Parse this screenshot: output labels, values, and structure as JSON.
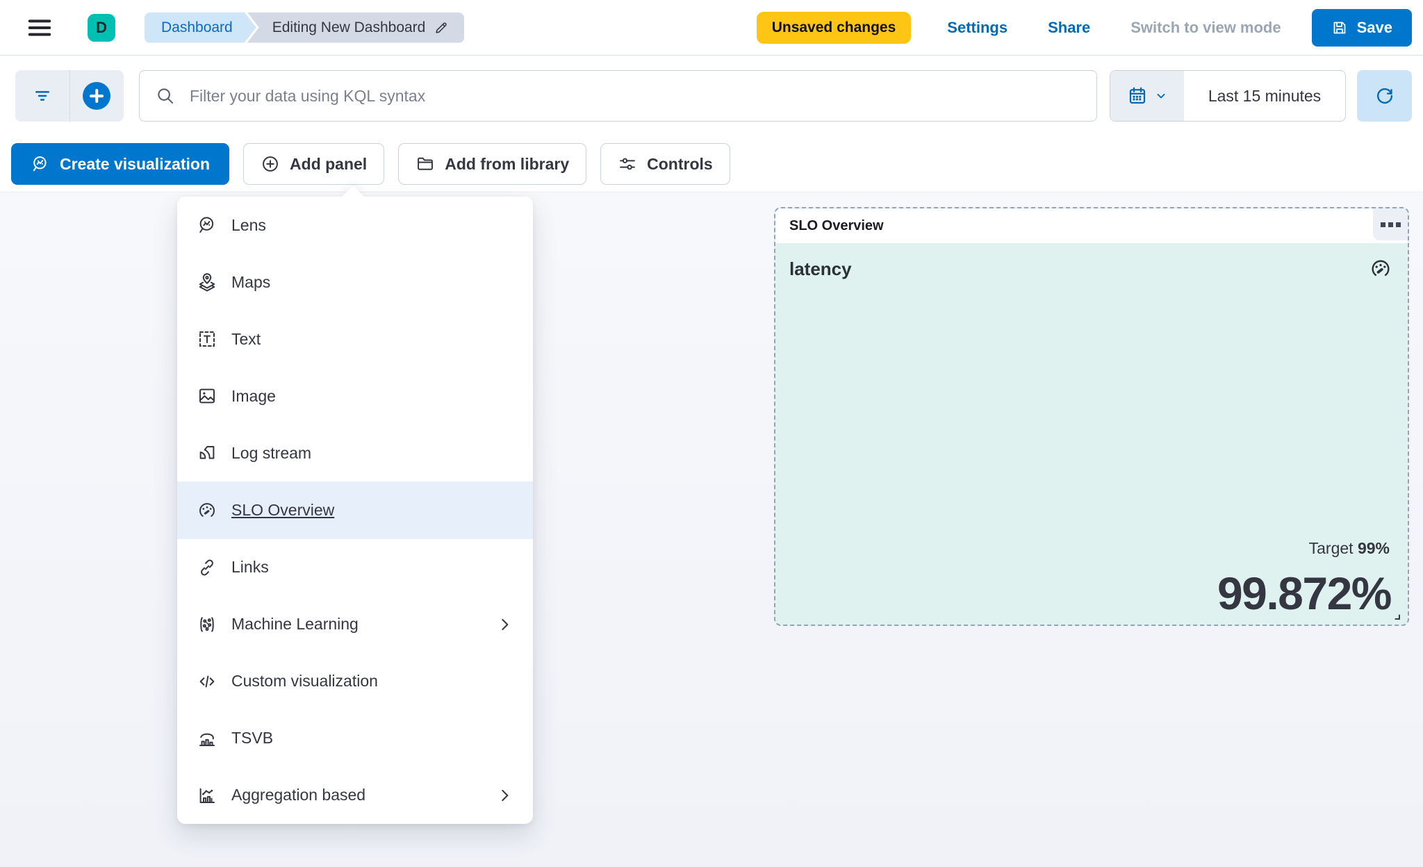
{
  "header": {
    "app_initial": "D",
    "breadcrumb_root": "Dashboard",
    "breadcrumb_current": "Editing New Dashboard",
    "unsaved_badge": "Unsaved changes",
    "settings_label": "Settings",
    "share_label": "Share",
    "switch_view_label": "Switch to view mode",
    "save_label": "Save"
  },
  "filter_bar": {
    "kql_placeholder": "Filter your data using KQL syntax",
    "time_range": "Last 15 minutes"
  },
  "toolbar": {
    "create_visualization_label": "Create visualization",
    "add_panel_label": "Add panel",
    "add_from_library_label": "Add from library",
    "controls_label": "Controls"
  },
  "add_panel_menu": {
    "items": [
      {
        "label": "Lens",
        "icon": "lens-icon",
        "selected": false,
        "has_submenu": false
      },
      {
        "label": "Maps",
        "icon": "maps-icon",
        "selected": false,
        "has_submenu": false
      },
      {
        "label": "Text",
        "icon": "text-icon",
        "selected": false,
        "has_submenu": false
      },
      {
        "label": "Image",
        "icon": "image-icon",
        "selected": false,
        "has_submenu": false
      },
      {
        "label": "Log stream",
        "icon": "log-stream-icon",
        "selected": false,
        "has_submenu": false
      },
      {
        "label": "SLO Overview",
        "icon": "gauge-icon",
        "selected": true,
        "has_submenu": false
      },
      {
        "label": "Links",
        "icon": "links-icon",
        "selected": false,
        "has_submenu": false
      },
      {
        "label": "Machine Learning",
        "icon": "machine-learning-icon",
        "selected": false,
        "has_submenu": true
      },
      {
        "label": "Custom visualization",
        "icon": "code-icon",
        "selected": false,
        "has_submenu": false
      },
      {
        "label": "TSVB",
        "icon": "tsvb-icon",
        "selected": false,
        "has_submenu": false
      },
      {
        "label": "Aggregation based",
        "icon": "aggregation-icon",
        "selected": false,
        "has_submenu": true
      }
    ]
  },
  "slo_panel": {
    "panel_title": "SLO Overview",
    "slo_name": "latency",
    "target_label": "Target",
    "target_value": "99%",
    "sli_value": "99.872%"
  },
  "colors": {
    "primary_blue": "#0077CC",
    "link_blue": "#006BB4",
    "accent_teal": "#00BFB3",
    "warning_yellow": "#FEC514",
    "breadcrumb_blue_bg": "#CFE5F8",
    "breadcrumb_gray_bg": "#D3DAE6",
    "menu_selected_bg": "#E7F0FA",
    "slo_healthy_bg": "#DFF2EF",
    "panel_dashed_border": "#97A2B5",
    "text_dark": "#343741"
  }
}
